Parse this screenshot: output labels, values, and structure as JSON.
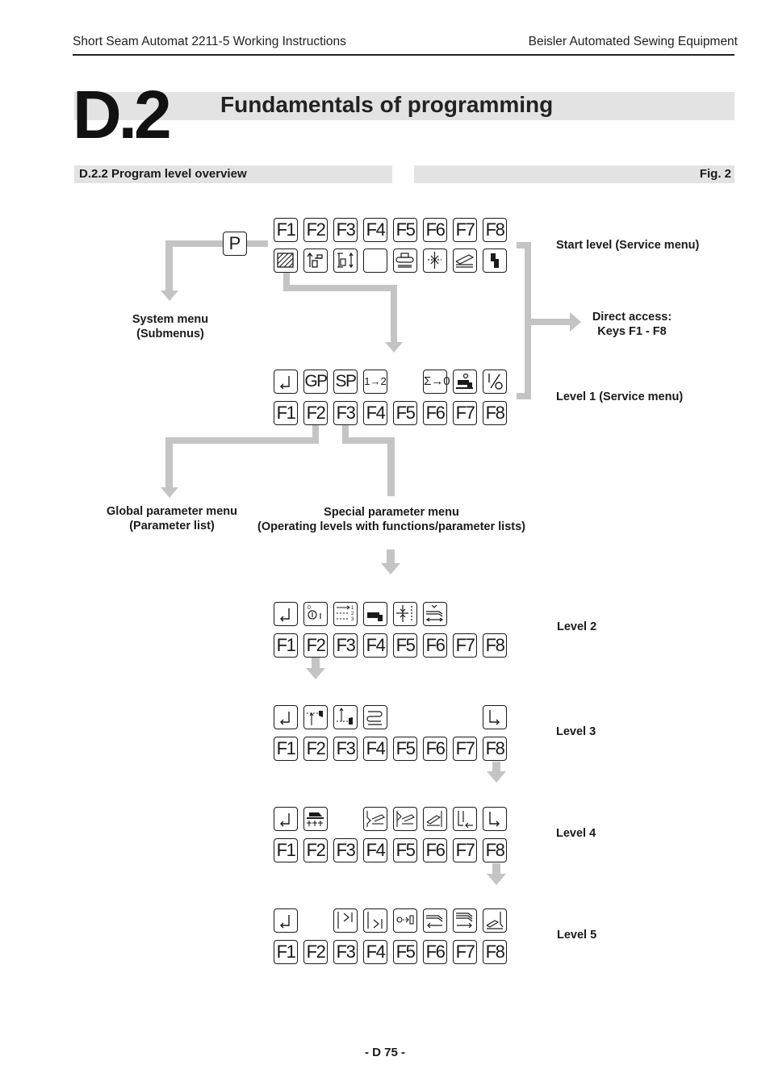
{
  "header": {
    "left": "Short Seam Automat  2211-5 Working Instructions",
    "right": "Beisler Automated Sewing Equipment"
  },
  "section": {
    "number": "D.2",
    "title": "Fundamentals of programming"
  },
  "subsection": {
    "title": "D.2.2 Program level overview",
    "figure": "Fig. 2"
  },
  "keys": {
    "p": "P",
    "f": [
      "F1",
      "F2",
      "F3",
      "F4",
      "F5",
      "F6",
      "F7",
      "F8"
    ]
  },
  "level1_icon_text": {
    "gp": "GP",
    "sp": "SP",
    "one_to_two": "1→2",
    "sum": "Σ→0",
    "io": "I/O"
  },
  "labels": {
    "start_level": "Start level (Service menu)",
    "direct_access_1": "Direct access:",
    "direct_access_2": "Keys F1 - F8",
    "system_menu_1": "System menu",
    "system_menu_2": "(Submenus)",
    "level1": "Level 1 (Service menu)",
    "global_param_1": "Global parameter menu",
    "global_param_2": "(Parameter list)",
    "special_param_1": "Special parameter menu",
    "special_param_2": "(Operating levels with functions/parameter lists)",
    "level2": "Level 2",
    "level3": "Level 3",
    "level4": "Level 4",
    "level5": "Level 5"
  },
  "colors": {
    "arrow_gray": "#c4c4c4",
    "band_gray": "#e3e3e3"
  },
  "footer": "- D 75 -"
}
